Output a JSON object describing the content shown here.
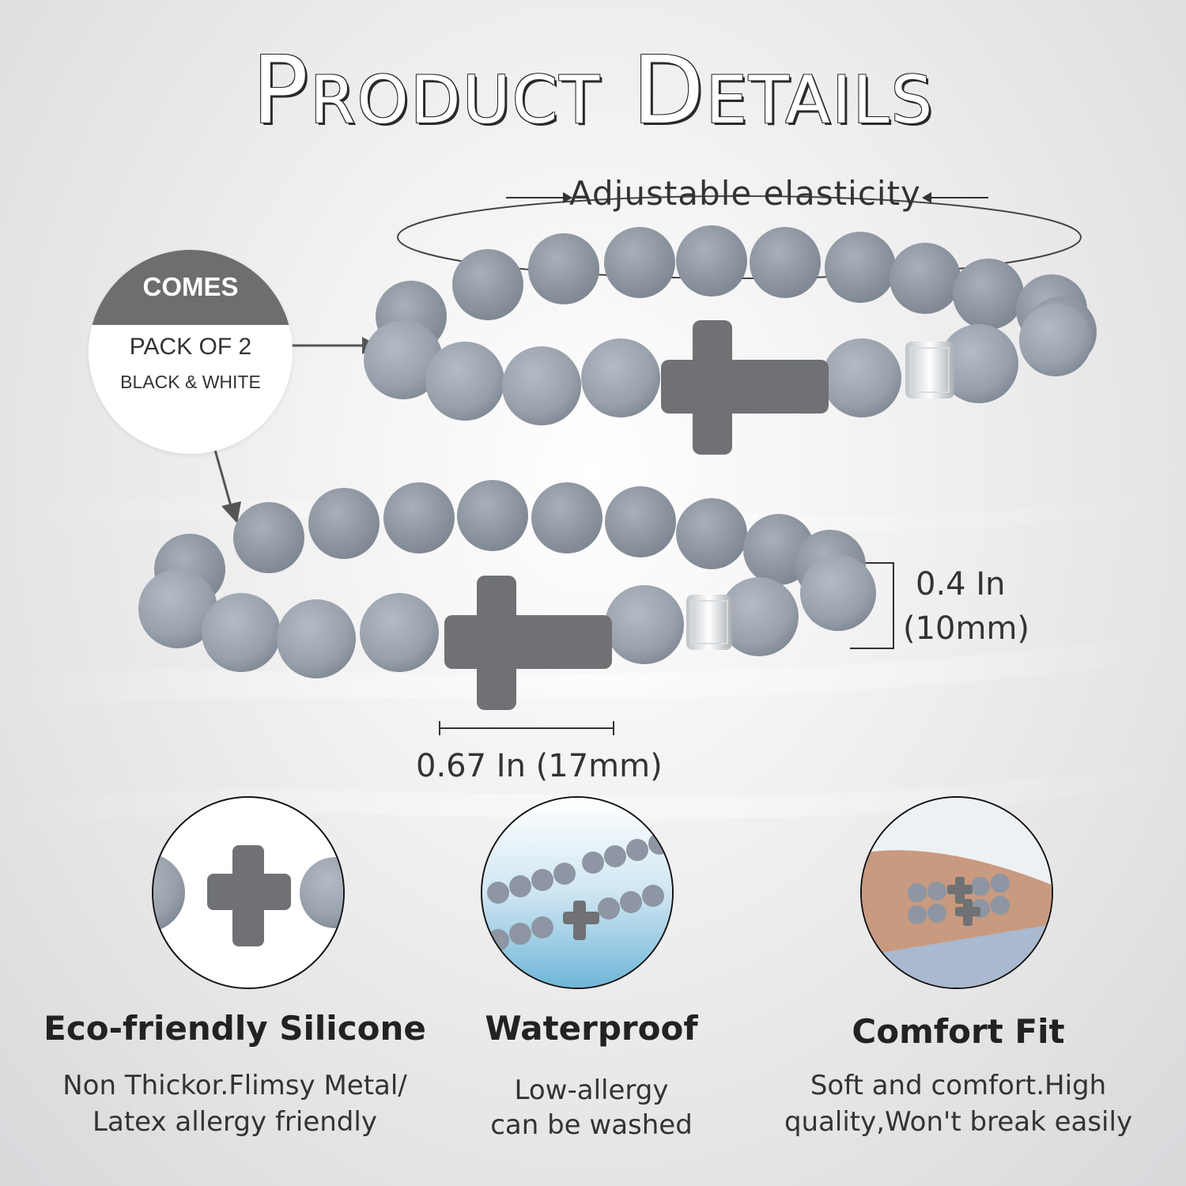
{
  "title": "Product Details",
  "elasticity_label": "Adjustable elasticity",
  "badge": {
    "top": "COMES",
    "pack": "PACK OF 2",
    "colors": "BLACK & WHITE"
  },
  "dimensions": {
    "bead_height_in": "0.4 In",
    "bead_height_mm": "(10mm)",
    "cross_width": "0.67 In (17mm)"
  },
  "features": [
    {
      "title": "Eco-friendly Silicone",
      "line1": "Non Thickor.Flimsy Metal/",
      "line2": "Latex allergy friendly",
      "icon": "cross-bead-icon"
    },
    {
      "title": "Waterproof",
      "line1": "Low-allergy",
      "line2": "can be washed",
      "icon": "water-splash-icon"
    },
    {
      "title": "Comfort Fit",
      "line1": "Soft and comfort.High",
      "line2": "quality,Won't break easily",
      "icon": "wrist-icon"
    }
  ],
  "colors": {
    "bead": "#9ea6b1",
    "cross": "#6f7174",
    "badge_top": "#6e6e70"
  }
}
